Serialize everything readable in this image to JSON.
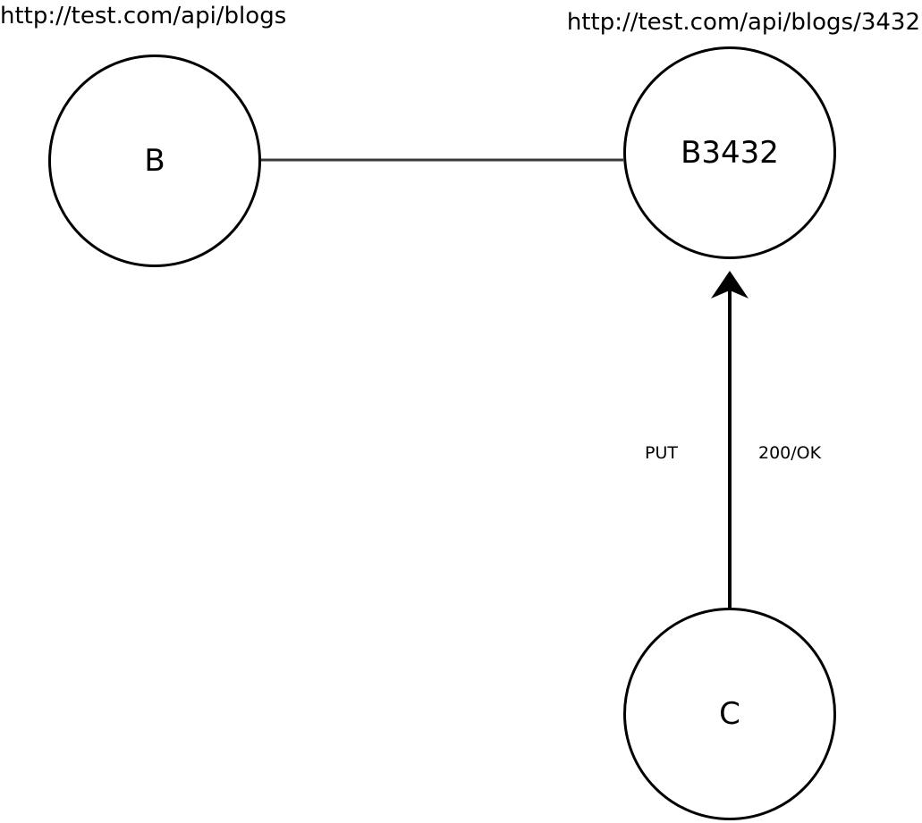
{
  "diagram": {
    "nodes": {
      "b": {
        "label": "B",
        "url": "http://test.com/api/blogs"
      },
      "b3432": {
        "label": "B3432",
        "url": "http://test.com/api/blogs/3432"
      },
      "c": {
        "label": "C"
      }
    },
    "edges": {
      "c_to_b3432": {
        "request_label": "PUT",
        "response_label": "200/OK"
      }
    }
  }
}
